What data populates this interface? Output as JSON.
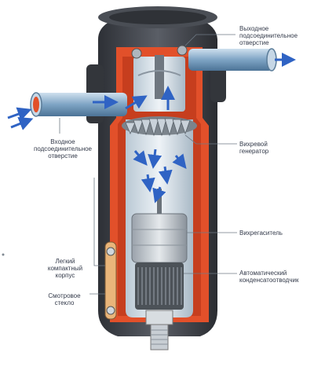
{
  "labels": {
    "outlet": [
      "Выходное",
      "подсоединительное",
      "отверстие"
    ],
    "inlet": [
      "Входное",
      "подсоединительное",
      "отверстие"
    ],
    "vortex_generator": [
      "Вихревой",
      "генератор"
    ],
    "vortex_damper": [
      "Вихрегаситель"
    ],
    "auto_drain": [
      "Автоматический",
      "конденсатоотводчик"
    ],
    "housing": [
      "Легкий",
      "компактный",
      "корпус"
    ],
    "sight_glass": [
      "Смотровое",
      "стекло"
    ]
  },
  "colors": {
    "housing_dark": "#3c3f45",
    "cutaway_red": "#e2502a",
    "inner_light": "#d7e2ea",
    "flow_arrow": "#2f63c4",
    "pipe": "#8fb2cf"
  }
}
